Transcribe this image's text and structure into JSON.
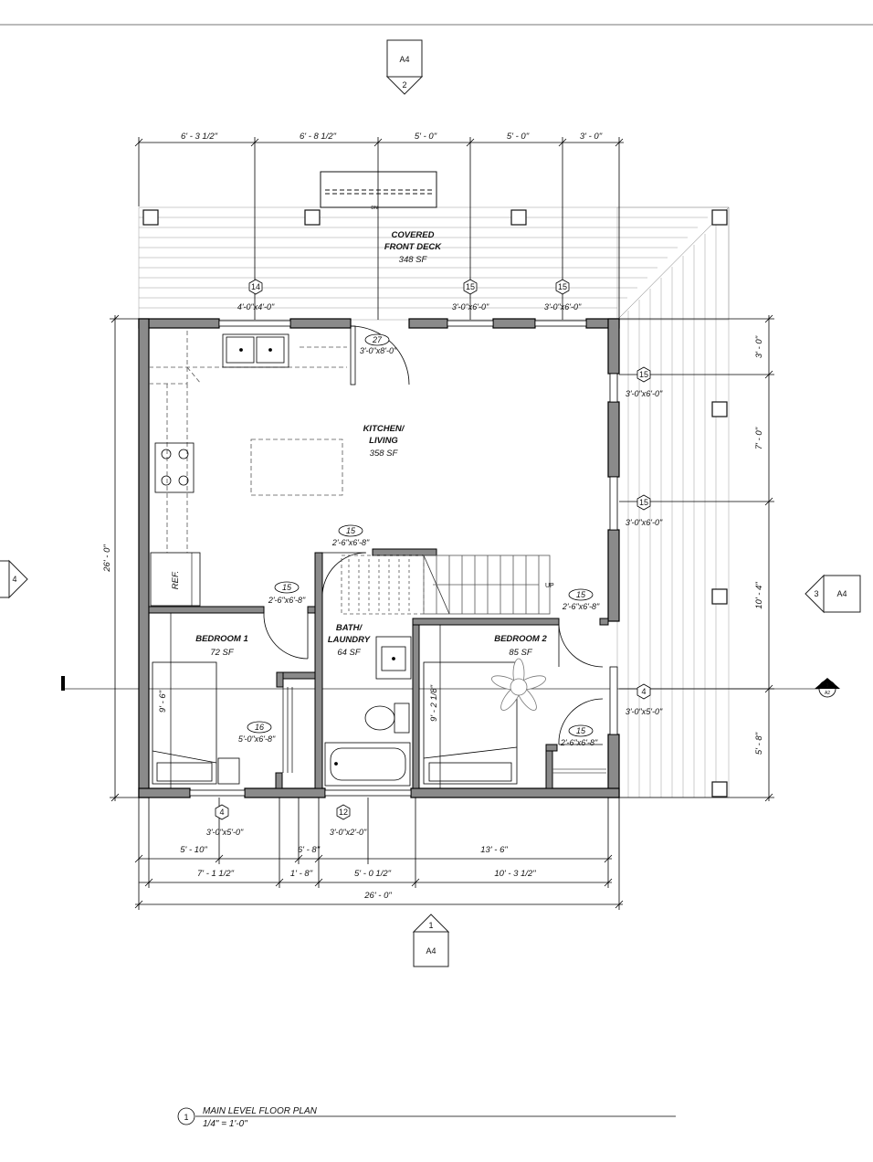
{
  "sections": {
    "top": {
      "sheet": "A4",
      "num": "2"
    },
    "bottom": {
      "sheet": "A4",
      "num": "1"
    },
    "left": {
      "num": "4"
    },
    "right": {
      "sheet": "A4",
      "num": "3"
    },
    "side_marker": {
      "num": "3",
      "sheet": "A2"
    }
  },
  "dims": {
    "top": [
      "6' - 3 1/2\"",
      "6' - 8 1/2\"",
      "5' - 0\"",
      "5' - 0\"",
      "3' - 0\""
    ],
    "left_total": "26' - 0\"",
    "right": [
      "3' - 0\"",
      "7' - 0\"",
      "10' - 4\"",
      "5' - 8\""
    ],
    "bottom_row1": [
      "5' - 10\"",
      "6' - 8\"",
      "13' - 6\""
    ],
    "bottom_row2": [
      "7' - 1 1/2\"",
      "1' - 8\"",
      "5' - 0 1/2\"",
      "10' - 3 1/2\""
    ],
    "bottom_total": "26' - 0\"",
    "bedroom1_height": "9' - 6\"",
    "bedroom2_height": "9' - 2 1/8\""
  },
  "rooms": {
    "deck": {
      "line1": "COVERED",
      "line2": "FRONT DECK",
      "area": "348 SF",
      "stair": "DN"
    },
    "kitchen": {
      "line1": "KITCHEN/",
      "line2": "LIVING",
      "area": "358 SF",
      "ref": "REF."
    },
    "bath": {
      "line1": "BATH/",
      "line2": "LAUNDRY",
      "area": "64 SF"
    },
    "bed1": {
      "name": "BEDROOM 1",
      "area": "72 SF"
    },
    "bed2": {
      "name": "BEDROOM 2",
      "area": "85 SF"
    },
    "stair_up": "UP"
  },
  "windows": [
    {
      "num": "14",
      "size": "4'-0\"x4'-0\""
    },
    {
      "num": "15",
      "size": "3'-0\"x6'-0\""
    },
    {
      "num": "15",
      "size": "3'-0\"x6'-0\""
    },
    {
      "num": "15",
      "size": "3'-0\"x6'-0\""
    },
    {
      "num": "15",
      "size": "3'-0\"x6'-0\""
    },
    {
      "num": "4",
      "size": "3'-0\"x5'-0\""
    },
    {
      "num": "4",
      "size": "3'-0\"x5'-0\""
    },
    {
      "num": "12",
      "size": "3'-0\"x2'-0\""
    }
  ],
  "doors": [
    {
      "num": "27",
      "size": "3'-0\"x8'-0\""
    },
    {
      "num": "15",
      "size": "2'-6\"x6'-8\""
    },
    {
      "num": "15",
      "size": "2'-6\"x6'-8\""
    },
    {
      "num": "15",
      "size": "2'-6\"x6'-8\""
    },
    {
      "num": "15",
      "size": "2'-6\"x6'-8\""
    },
    {
      "num": "16",
      "size": "5'-0\"x6'-8\""
    }
  ],
  "title": {
    "num": "1",
    "name": "MAIN LEVEL FLOOR PLAN",
    "scale": "1/4\" = 1'-0\""
  }
}
